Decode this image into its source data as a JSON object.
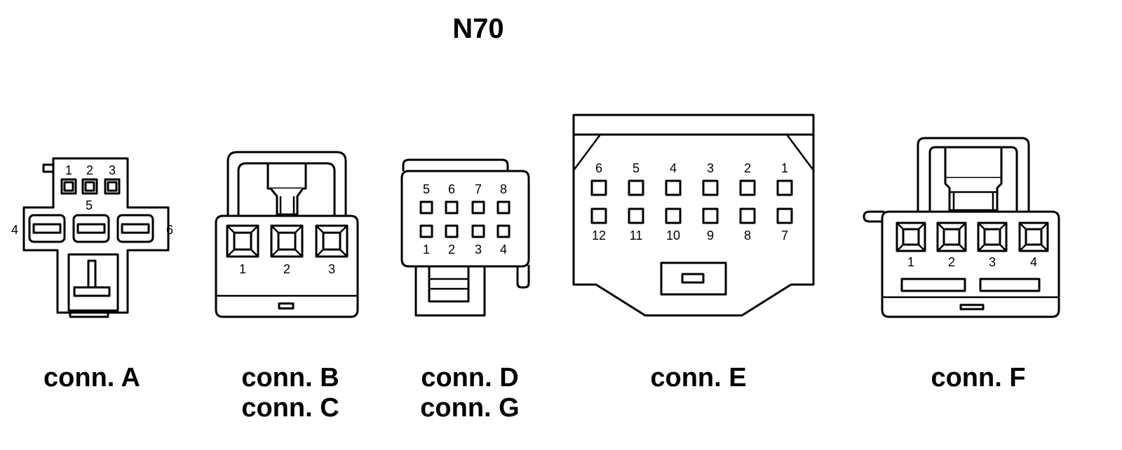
{
  "diagram": {
    "title": "N70",
    "connectors": {
      "a": {
        "labels": [
          "conn. A"
        ],
        "pins": [
          "1",
          "2",
          "3",
          "4",
          "5",
          "6"
        ]
      },
      "b": {
        "labels": [
          "conn. B",
          "conn. C"
        ],
        "pins": [
          "1",
          "2",
          "3"
        ]
      },
      "d": {
        "labels": [
          "conn. D",
          "conn. G"
        ],
        "pins": [
          "1",
          "2",
          "3",
          "4",
          "5",
          "6",
          "7",
          "8"
        ]
      },
      "e": {
        "labels": [
          "conn. E"
        ],
        "pins": [
          "1",
          "2",
          "3",
          "4",
          "5",
          "6",
          "7",
          "8",
          "9",
          "10",
          "11",
          "12"
        ]
      },
      "f": {
        "labels": [
          "conn. F"
        ],
        "pins": [
          "1",
          "2",
          "3",
          "4"
        ]
      }
    }
  }
}
